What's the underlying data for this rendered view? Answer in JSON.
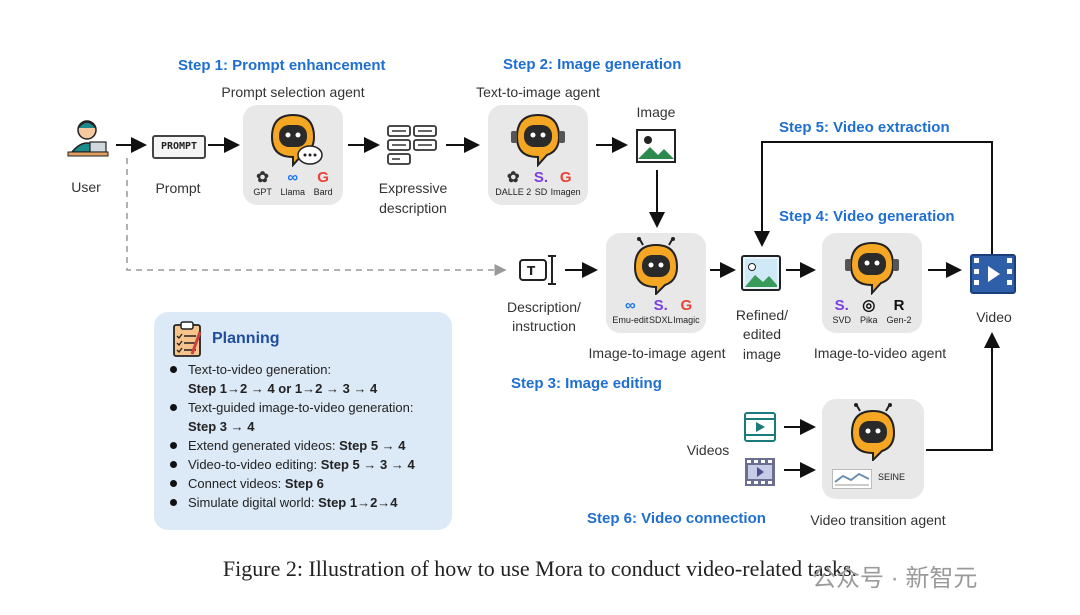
{
  "steps": {
    "step1": "Step 1: Prompt enhancement",
    "step2": "Step 2: Image generation",
    "step3": "Step 3: Image editing",
    "step4": "Step 4: Video generation",
    "step5": "Step 5: Video extraction",
    "step6": "Step 6: Video connection"
  },
  "agents": {
    "prompt_selection": "Prompt selection agent",
    "text_to_image": "Text-to-image agent",
    "image_to_image": "Image-to-image agent",
    "image_to_video": "Image-to-video agent",
    "video_transition": "Video transition agent"
  },
  "nodes": {
    "user": "User",
    "prompt": "Prompt",
    "prompt_tag": "PROMPT",
    "expressive_1": "Expressive",
    "expressive_2": "description",
    "image": "Image",
    "desc_1": "Description/",
    "desc_2": "instruction",
    "refined_1": "Refined/",
    "refined_2": "edited",
    "refined_3": "image",
    "video": "Video",
    "videos": "Videos"
  },
  "models": {
    "prompt_selection": [
      {
        "glyph": "✿",
        "name": "GPT",
        "color": "#333333"
      },
      {
        "glyph": "∞",
        "name": "Llama",
        "color": "#1877f2"
      },
      {
        "glyph": "G",
        "name": "Bard",
        "color": "#ea4335"
      }
    ],
    "text_to_image": [
      {
        "glyph": "✿",
        "name": "DALLE 2",
        "color": "#333333"
      },
      {
        "glyph": "S.",
        "name": "SD",
        "color": "#7b3fe4"
      },
      {
        "glyph": "G",
        "name": "Imagen",
        "color": "#ea4335"
      }
    ],
    "image_to_image": [
      {
        "glyph": "∞",
        "name": "Emu-edit",
        "color": "#1877f2"
      },
      {
        "glyph": "S.",
        "name": "SDXL",
        "color": "#7b3fe4"
      },
      {
        "glyph": "G",
        "name": "Imagic",
        "color": "#ea4335"
      }
    ],
    "image_to_video": [
      {
        "glyph": "S.",
        "name": "SVD",
        "color": "#7b3fe4"
      },
      {
        "glyph": "◎",
        "name": "Pika",
        "color": "#111111"
      },
      {
        "glyph": "R",
        "name": "Gen-2",
        "color": "#111111"
      }
    ],
    "video_transition": [
      {
        "glyph": "",
        "name": "SEINE",
        "color": "#111111"
      }
    ]
  },
  "planning": {
    "title": "Planning",
    "items": [
      {
        "text": "Text-to-video generation:",
        "bold": "",
        "cont": "Step 1→2 → 4  or 1→2 → 3 → 4"
      },
      {
        "text": "Text-guided image-to-video generation:",
        "bold": "",
        "cont": "Step 3 → 4"
      },
      {
        "text": "Extend generated videos:  ",
        "bold": "Step 5 → 4",
        "cont": ""
      },
      {
        "text": "Video-to-video editing:  ",
        "bold": "Step 5 → 3 → 4",
        "cont": ""
      },
      {
        "text": "Connect videos: ",
        "bold": "Step 6",
        "cont": ""
      },
      {
        "text": "Simulate digital world: ",
        "bold": "Step 1→2→4",
        "cont": ""
      }
    ]
  },
  "caption": "Figure 2: Illustration of how to use Mora to conduct video-related tasks.",
  "watermark": "公众号 · 新智元",
  "colors": {
    "step": "#1f6fd1",
    "robot": "#f5a623",
    "planning_bg": "#dce9f7",
    "agent_bg": "#e8e8e8"
  }
}
